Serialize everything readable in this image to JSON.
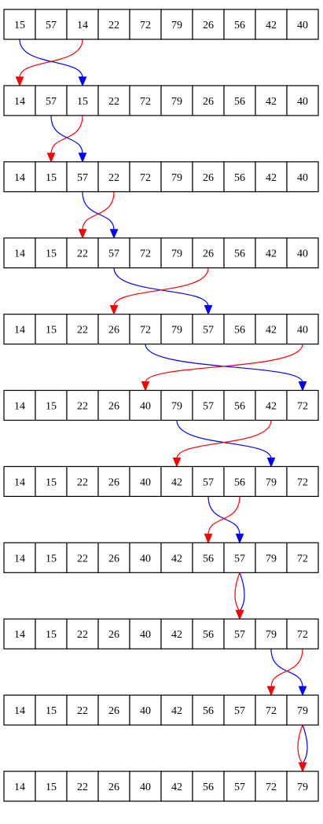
{
  "rows": [
    [
      "15",
      "57",
      "14",
      "22",
      "72",
      "79",
      "26",
      "56",
      "42",
      "40"
    ],
    [
      "14",
      "57",
      "15",
      "22",
      "72",
      "79",
      "26",
      "56",
      "42",
      "40"
    ],
    [
      "14",
      "15",
      "57",
      "22",
      "72",
      "79",
      "26",
      "56",
      "42",
      "40"
    ],
    [
      "14",
      "15",
      "22",
      "57",
      "72",
      "79",
      "26",
      "56",
      "42",
      "40"
    ],
    [
      "14",
      "15",
      "22",
      "26",
      "72",
      "79",
      "57",
      "56",
      "42",
      "40"
    ],
    [
      "14",
      "15",
      "22",
      "26",
      "40",
      "79",
      "57",
      "56",
      "42",
      "72"
    ],
    [
      "14",
      "15",
      "22",
      "26",
      "40",
      "42",
      "57",
      "56",
      "79",
      "72"
    ],
    [
      "14",
      "15",
      "22",
      "26",
      "40",
      "42",
      "56",
      "57",
      "79",
      "72"
    ],
    [
      "14",
      "15",
      "22",
      "26",
      "40",
      "42",
      "56",
      "57",
      "79",
      "72"
    ],
    [
      "14",
      "15",
      "22",
      "26",
      "40",
      "42",
      "56",
      "57",
      "72",
      "79"
    ],
    [
      "14",
      "15",
      "22",
      "26",
      "40",
      "42",
      "56",
      "57",
      "72",
      "79"
    ]
  ],
  "swaps": [
    {
      "from": 0,
      "to": 2
    },
    {
      "from": 1,
      "to": 2
    },
    {
      "from": 2,
      "to": 3
    },
    {
      "from": 3,
      "to": 6
    },
    {
      "from": 4,
      "to": 9
    },
    {
      "from": 5,
      "to": 8
    },
    {
      "from": 6,
      "to": 7
    },
    {
      "from": 7,
      "to": 7
    },
    {
      "from": 8,
      "to": 9
    },
    {
      "from": 9,
      "to": 9
    }
  ],
  "colors": {
    "forward_arrow": "#0000ff",
    "backward_arrow": "#ff0000",
    "cell_border": "#000000",
    "cell_fill": "#ffffff",
    "text": "#000000"
  }
}
